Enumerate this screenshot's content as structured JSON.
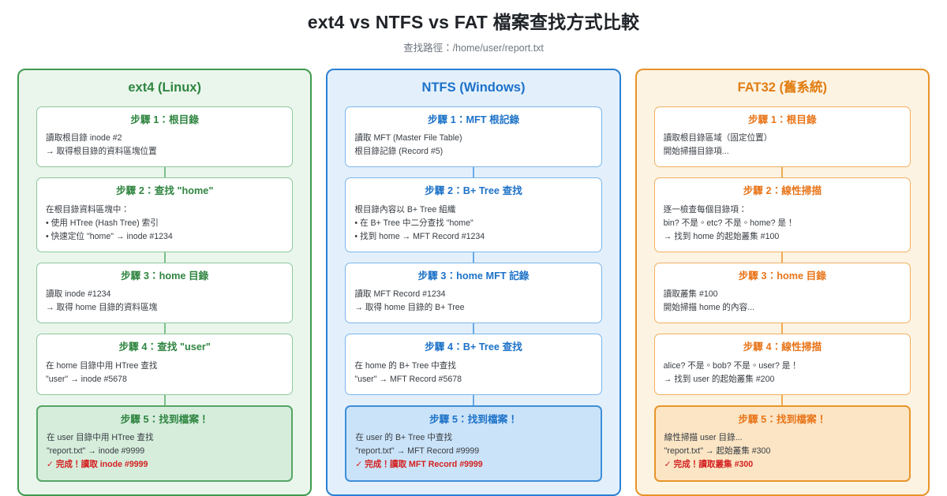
{
  "header": {
    "title": "ext4 vs NTFS vs FAT 檔案查找方式比較",
    "subtitle": "查找路徑：/home/user/report.txt"
  },
  "colors": {
    "ext4_accent": "#2f8540",
    "ntfs_accent": "#1d72c8",
    "fat32_accent": "#e8751a",
    "success_red": "#d32020",
    "ext4_bg": "#eaf6ec",
    "ntfs_bg": "#e3f0fc",
    "fat32_bg": "#fdf3e3"
  },
  "columns": [
    {
      "id": "ext4",
      "title": "ext4 (Linux)",
      "steps": [
        {
          "title": "步驟 1：根目錄",
          "lines": [
            {
              "text": "讀取根目錄 inode #2",
              "accent": false
            },
            {
              "text": "→ 取得根目錄的資料區塊位置",
              "accent": false
            }
          ],
          "final": false
        },
        {
          "title": "步驟 2：查找 \"home\"",
          "lines": [
            {
              "text": "在根目錄資料區塊中：",
              "accent": false
            },
            {
              "text": "• 使用 HTree (Hash Tree) 索引",
              "accent": false
            },
            {
              "text": "• 快速定位 \"home\" → inode #1234",
              "accent": false
            }
          ],
          "final": false
        },
        {
          "title": "步驟 3：home 目錄",
          "lines": [
            {
              "text": "讀取 inode #1234",
              "accent": false
            },
            {
              "text": "→ 取得 home 目錄的資料區塊",
              "accent": false
            }
          ],
          "final": false
        },
        {
          "title": "步驟 4：查找 \"user\"",
          "lines": [
            {
              "text": "在 home 目錄中用 HTree 查找",
              "accent": false
            },
            {
              "text": "\"user\" → inode #5678",
              "accent": false
            }
          ],
          "final": false
        },
        {
          "title": "步驟 5：找到檔案！",
          "lines": [
            {
              "text": "在 user 目錄中用 HTree 查找",
              "accent": false
            },
            {
              "text": "\"report.txt\" → inode #9999",
              "accent": false
            },
            {
              "text": "✓ 完成！讀取 inode #9999",
              "accent": true
            }
          ],
          "final": true
        }
      ]
    },
    {
      "id": "ntfs",
      "title": "NTFS (Windows)",
      "steps": [
        {
          "title": "步驟 1：MFT 根記錄",
          "lines": [
            {
              "text": "讀取 MFT (Master File Table)",
              "accent": false
            },
            {
              "text": "根目錄記錄 (Record #5)",
              "accent": false
            }
          ],
          "final": false
        },
        {
          "title": "步驟 2：B+ Tree 查找",
          "lines": [
            {
              "text": "根目錄內容以 B+ Tree 組織",
              "accent": false
            },
            {
              "text": "• 在 B+ Tree 中二分查找 \"home\"",
              "accent": false
            },
            {
              "text": "• 找到 home → MFT Record #1234",
              "accent": false
            }
          ],
          "final": false
        },
        {
          "title": "步驟 3：home MFT 記錄",
          "lines": [
            {
              "text": "讀取 MFT Record #1234",
              "accent": false
            },
            {
              "text": "→ 取得 home 目錄的 B+ Tree",
              "accent": false
            }
          ],
          "final": false
        },
        {
          "title": "步驟 4：B+ Tree 查找",
          "lines": [
            {
              "text": "在 home 的 B+ Tree 中查找",
              "accent": false
            },
            {
              "text": "\"user\" → MFT Record #5678",
              "accent": false
            }
          ],
          "final": false
        },
        {
          "title": "步驟 5：找到檔案！",
          "lines": [
            {
              "text": "在 user 的 B+ Tree 中查找",
              "accent": false
            },
            {
              "text": "\"report.txt\" → MFT Record #9999",
              "accent": false
            },
            {
              "text": "✓ 完成！讀取 MFT Record #9999",
              "accent": true
            }
          ],
          "final": true
        }
      ]
    },
    {
      "id": "fat32",
      "title": "FAT32 (舊系統)",
      "steps": [
        {
          "title": "步驟 1：根目錄",
          "lines": [
            {
              "text": "讀取根目錄區域（固定位置）",
              "accent": false
            },
            {
              "text": "開始掃描目錄項...",
              "accent": false
            }
          ],
          "final": false
        },
        {
          "title": "步驟 2：線性掃描",
          "lines": [
            {
              "text": "逐一檢查每個目錄項：",
              "accent": false
            },
            {
              "text": "bin? 不是。etc? 不是。home? 是！",
              "accent": false
            },
            {
              "text": "→ 找到 home 的起始叢集 #100",
              "accent": false
            }
          ],
          "final": false
        },
        {
          "title": "步驟 3：home 目錄",
          "lines": [
            {
              "text": "讀取叢集 #100",
              "accent": false
            },
            {
              "text": "開始掃描 home 的內容...",
              "accent": false
            }
          ],
          "final": false
        },
        {
          "title": "步驟 4：線性掃描",
          "lines": [
            {
              "text": "alice? 不是。bob? 不是。user? 是！",
              "accent": false
            },
            {
              "text": "→ 找到 user 的起始叢集 #200",
              "accent": false
            }
          ],
          "final": false
        },
        {
          "title": "步驟 5：找到檔案！",
          "lines": [
            {
              "text": "線性掃描 user 目錄...",
              "accent": false
            },
            {
              "text": "\"report.txt\" → 起始叢集 #300",
              "accent": false
            },
            {
              "text": "✓ 完成！讀取叢集 #300",
              "accent": true
            }
          ],
          "final": true
        }
      ]
    }
  ]
}
